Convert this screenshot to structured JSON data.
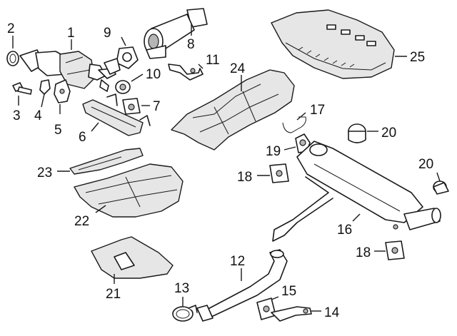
{
  "callouts": {
    "p1": "1",
    "p2": "2",
    "p3": "3",
    "p4": "4",
    "p5": "5",
    "p6": "6",
    "p7": "7",
    "p8": "8",
    "p9": "9",
    "p10": "10",
    "p11": "11",
    "p12": "12",
    "p13": "13",
    "p14": "14",
    "p15": "15",
    "p16": "16",
    "p17": "17",
    "p18a": "18",
    "p18b": "18",
    "p19": "19",
    "p20a": "20",
    "p20b": "20",
    "p21": "21",
    "p22": "22",
    "p23": "23",
    "p24": "24",
    "p25": "25"
  }
}
